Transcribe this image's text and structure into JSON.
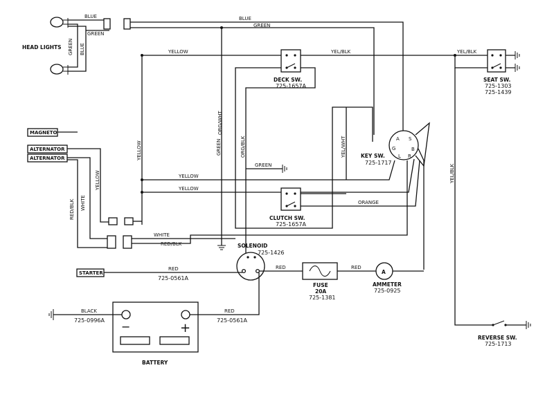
{
  "components": {
    "head_lights": "HEAD LIGHTS",
    "deck_sw": "DECK SW.",
    "deck_sw_pn": "725-1657A",
    "clutch_sw": "CLUTCH SW.",
    "clutch_sw_pn": "725-1657A",
    "seat_sw": "SEAT SW.",
    "seat_sw_pn1": "725-1303",
    "seat_sw_pn2": "725-1439",
    "key_sw": "KEY SW.",
    "key_sw_pn": "725-1717",
    "key_terminals": [
      "A",
      "S",
      "G",
      "B",
      "L",
      "R"
    ],
    "solenoid": "SOLENOID",
    "solenoid_pn": "725-1426",
    "fuse": "FUSE",
    "fuse_rating": "20A",
    "fuse_pn": "725-1381",
    "ammeter": "AMMETER",
    "ammeter_pn": "725-0925",
    "ammeter_symbol": "A",
    "battery": "BATTERY",
    "battery_minus": "−",
    "battery_plus": "+",
    "reverse_sw": "REVERSE SW.",
    "reverse_sw_pn": "725-1713"
  },
  "terminals": {
    "magneto": "MAGNETO",
    "alternator_1": "ALTERNATOR",
    "alternator_2": "ALTERNATOR",
    "starter": "STARTER"
  },
  "wire_labels": {
    "blue_headlight": "BLUE",
    "green_headlight": "GREEN",
    "green_vertical": "GREEN",
    "blue_vertical": "BLUE",
    "blue_top": "BLUE",
    "green_top": "GREEN",
    "yellow_top": "YELLOW",
    "yel_blk_mid": "YEL/BLK",
    "yel_blk_right": "YEL/BLK",
    "yellow_vertical_left": "YELLOW",
    "green_vertical_ground": "GREEN",
    "org_wht": "ORG/WHT",
    "org_blk": "ORG/BLK",
    "green_ground": "GREEN",
    "yel_wht": "YEL/WHT",
    "yellow_mid1": "YELLOW",
    "yellow_mid2": "YELLOW",
    "orange": "ORANGE",
    "yellow_alt": "YELLOW",
    "white_alt": "WHITE",
    "red_blk_alt": "RED/BLK",
    "white_conn": "WHITE",
    "red_blk_conn": "RED/BLK",
    "yel_blk_vertical": "YEL/BLK",
    "red_starter": "RED",
    "red_starter_pn": "725-0561A",
    "red_solenoid_fuse": "RED",
    "red_fuse_ammeter": "RED",
    "black_battery": "BLACK",
    "black_battery_pn": "725-0996A",
    "red_battery": "RED",
    "red_battery_pn": "725-0561A"
  }
}
